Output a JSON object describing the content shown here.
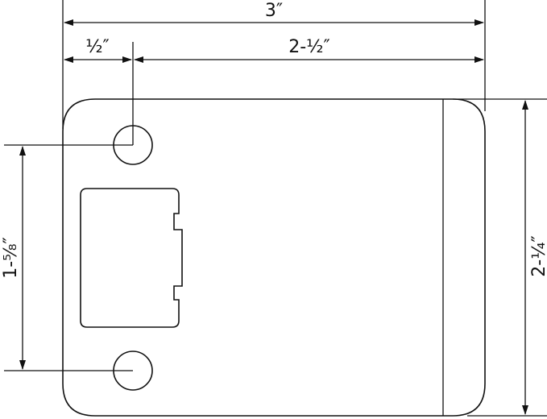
{
  "dimensions": {
    "overall_width": "3″",
    "hole_offset": "½″",
    "remaining_width": "2-½″",
    "hole_spacing": "1-⁵⁄₈″",
    "overall_height": "2-¼″"
  },
  "colors": {
    "line": "#111111",
    "background": "#ffffff"
  }
}
